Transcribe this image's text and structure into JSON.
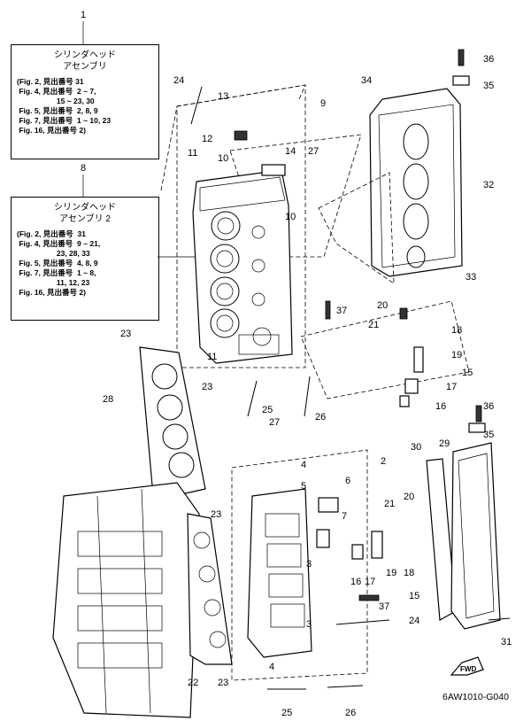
{
  "legend_1": {
    "number": "1",
    "title_line1": "シリンダヘッド",
    "title_line2": "アセンブリ",
    "lines": [
      "(Fig. 2, 見出番号 31",
      " Fig. 4, 見出番号  2 ~ 7,",
      "                   15 ~ 23, 30",
      " Fig. 5, 見出番号  2, 8, 9",
      " Fig. 7, 見出番号  1 ~ 10, 23",
      " Fig. 16, 見出番号 2)"
    ]
  },
  "legend_8": {
    "number": "8",
    "title_line1": "シリンダヘッド",
    "title_line2": "アセンブリ 2",
    "lines": [
      "(Fig. 2, 見出番号  31",
      " Fig. 4, 見出番号  9 ~ 21,",
      "                   23, 28, 33",
      " Fig. 5, 見出番号  4, 8, 9",
      " Fig. 7, 見出番号  1 ~ 8,",
      "                   11, 12, 23",
      " Fig. 16, 見出番号 2)"
    ]
  },
  "callouts_upper": [
    "24",
    "13",
    "9",
    "12",
    "11",
    "10",
    "14",
    "27",
    "10",
    "34",
    "36",
    "35",
    "32",
    "33",
    "37",
    "20",
    "21",
    "18",
    "19",
    "15",
    "17",
    "16",
    "23",
    "23",
    "11",
    "25",
    "26",
    "28"
  ],
  "callouts_lower": [
    "36",
    "35",
    "27",
    "4",
    "2",
    "5",
    "6",
    "30",
    "29",
    "7",
    "21",
    "20",
    "23",
    "3",
    "16",
    "17",
    "19",
    "18",
    "15",
    "37",
    "24",
    "31",
    "3",
    "4",
    "22",
    "23",
    "25",
    "26"
  ],
  "fwd_label": "FWD",
  "reference_code": "6AW1010-G040"
}
